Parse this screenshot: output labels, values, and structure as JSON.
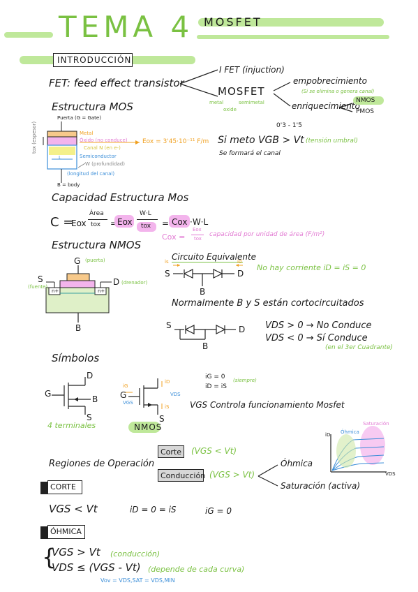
{
  "header": {
    "title": "TEMA 4",
    "subtitle": "MOSFET"
  },
  "intro": {
    "label": "INTRODUCCIÓN"
  },
  "fet": {
    "definition": "FET: feed effect transistor",
    "branch1": "I FET (injuction)",
    "branch2": "MOSFET",
    "metal": "metal",
    "semimetal": "semimetal",
    "oxide": "oxide",
    "empobrecimiento": "empobrecimiento",
    "empob_note": "(Si se elimina o genera canal)",
    "enriquecimiento": "enriquecimiento",
    "nmos": "NMOS",
    "pmos": "PMOS"
  },
  "estructura_mos": {
    "title": "Estructura MOS",
    "puerta": "Puerta (G = Gate)",
    "metal": "Metal",
    "oxido": "Óxido (no conduce)",
    "canal": "Canal N (en e-)",
    "eox": "Eox = 3'45·10⁻¹¹ F/m",
    "semiconductor": "Semiconductor",
    "w": "W (profundidad)",
    "longitud": "(longitud del canal)",
    "body": "B = body",
    "tox": "tox (espesor)",
    "l": "L"
  },
  "vt": {
    "range": "0'3 - 1'5",
    "condition": "Si meto VGB > Vt",
    "cond_note": "(tensión umbral)",
    "canal": "Se formará el canal"
  },
  "capacidad": {
    "title": "Capacidad Estructura Mos",
    "c": "C =",
    "eox": "Eox",
    "area": "Área",
    "tox": "tox",
    "eq": "=",
    "wl": "W·L",
    "cox": "Cox",
    "wl2": "·W·L",
    "cox_def": "Cox =",
    "cox_num": "Eox",
    "cox_den": "tox",
    "cox_note": "capacidad por unidad de área (F/m²)"
  },
  "estructura_nmos": {
    "title": "Estructura NMOS",
    "g": "G",
    "puerta": "(puerta)",
    "s": "S",
    "fuente": "(fuente)",
    "d": "D",
    "drenador": "(drenador)",
    "b": "B",
    "n1": "n+",
    "n2": "n+"
  },
  "circuito": {
    "title": "Circuito Equivalente",
    "is": "is",
    "id": "id",
    "s": "S",
    "d": "D",
    "b": "B",
    "note": "No hay corriente  iD = iS = 0",
    "normal": "Normalmente B y S están cortocircuitados",
    "vds_pos": "VDS > 0 → No Conduce",
    "vds_neg": "VDS < 0 → Sí Conduce",
    "cuadrante": "(en el 3er Cuadrante)"
  },
  "simbolos": {
    "title": "Símbolos",
    "d": "D",
    "g": "G",
    "b": "B",
    "s": "S",
    "terminales": "4 terminales",
    "nmos": "NMOS",
    "ig": "iG",
    "vgs": "VGS",
    "id": "iD",
    "vds": "VDS",
    "is": "iS",
    "ig0": "iG = 0",
    "ids": "iD = iS",
    "siempre": "(siempre)",
    "control": "VGS Controla funcionamiento Mosfet"
  },
  "graph": {
    "id": "iD",
    "vds": "VDS",
    "ohmica": "Óhmica",
    "saturacion": "Saturación"
  },
  "regiones": {
    "title": "Regiones de Operación",
    "corte": "Corte",
    "corte_cond": "(VGS < Vt)",
    "conduccion": "Conducción",
    "cond_cond": "(VGS > Vt)",
    "ohmica": "Óhmica",
    "saturacion": "Saturación (activa)"
  },
  "corte": {
    "label": "CORTE",
    "c1": "VGS < Vt",
    "c2": "iD = 0 = iS",
    "c3": "iG = 0"
  },
  "ohmica": {
    "label": "ÓHMICA",
    "c1": "VGS > Vt",
    "c1_note": "(conducción)",
    "c2": "VDS ≤ (VGS - Vt)",
    "c2_note": "(depende de cada curva)",
    "c3": "Vov = VDS,SAT = VDS,MIN"
  }
}
